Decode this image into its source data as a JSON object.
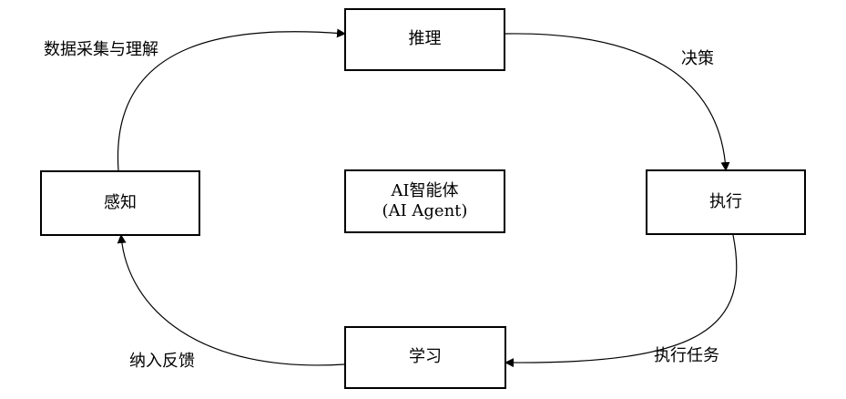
{
  "nodes": {
    "reasoning": "推理",
    "perception": "感知",
    "execution": "执行",
    "learning": "学习",
    "center_line1": "AI智能体",
    "center_line2": "(AI Agent)"
  },
  "edges": {
    "perception_to_reasoning": "数据采集与理解",
    "reasoning_to_execution": "决策",
    "execution_to_learning": "执行任务",
    "learning_to_perception": "纳入反馈"
  },
  "colors": {
    "stroke": "#000000",
    "background": "#ffffff"
  }
}
